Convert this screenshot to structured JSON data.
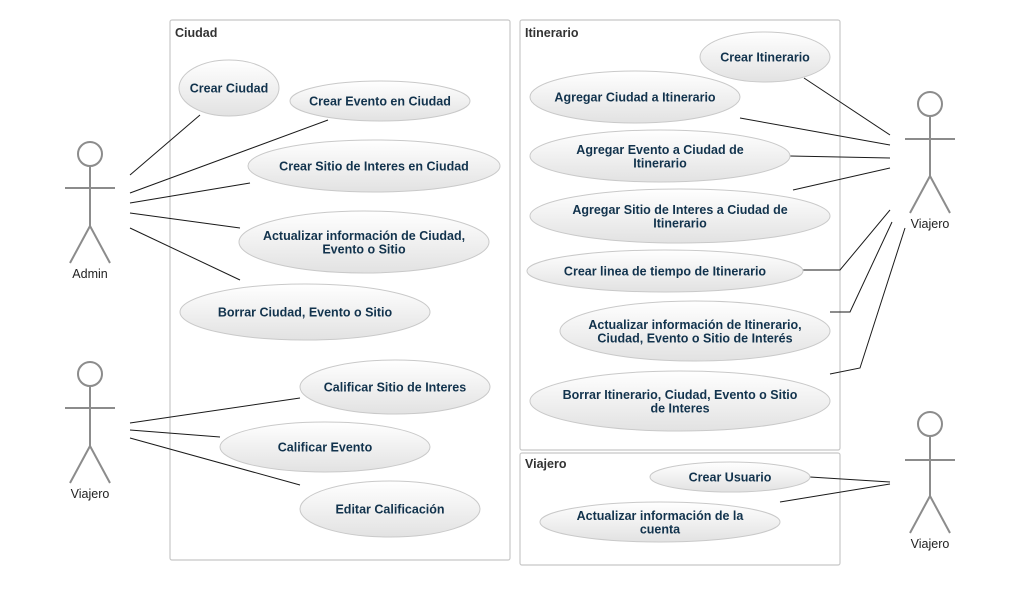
{
  "packages": {
    "ciudad": {
      "title": "Ciudad"
    },
    "itinerario": {
      "title": "Itinerario"
    },
    "viajero": {
      "title": "Viajero"
    }
  },
  "actors": {
    "admin": "Admin",
    "viajero_left": "Viajero",
    "viajero_right_top": "Viajero",
    "viajero_right_bottom": "Viajero"
  },
  "use_cases": {
    "crear_ciudad": [
      "Crear Ciudad"
    ],
    "crear_evento_ciudad": [
      "Crear Evento en Ciudad"
    ],
    "crear_sitio_ciudad": [
      "Crear Sitio de Interes en Ciudad"
    ],
    "actualizar_ciudad": [
      "Actualizar información de Ciudad,",
      "Evento o Sitio"
    ],
    "borrar_ciudad": [
      "Borrar Ciudad, Evento o Sitio"
    ],
    "calificar_sitio": [
      "Calificar Sitio de Interes"
    ],
    "calificar_evento": [
      "Calificar Evento"
    ],
    "editar_calificacion": [
      "Editar Calificación"
    ],
    "crear_itinerario": [
      "Crear Itinerario"
    ],
    "agregar_ciudad_itinerario": [
      "Agregar Ciudad a Itinerario"
    ],
    "agregar_evento_itinerario": [
      "Agregar Evento a Ciudad de",
      "Itinerario"
    ],
    "agregar_sitio_itinerario": [
      "Agregar Sitio de Interes a Ciudad de",
      "Itinerario"
    ],
    "linea_tiempo": [
      "Crear linea de tiempo de Itinerario"
    ],
    "actualizar_itinerario": [
      "Actualizar información de Itinerario,",
      "Ciudad, Evento o Sitio de Interés"
    ],
    "borrar_itinerario": [
      "Borrar Itinerario, Ciudad, Evento o Sitio",
      "de Interes"
    ],
    "crear_usuario": [
      "Crear Usuario"
    ],
    "actualizar_cuenta": [
      "Actualizar información de la",
      "cuenta"
    ]
  },
  "colors": {
    "text": "#12334d",
    "ellipse_top": "#ffffff",
    "ellipse_bottom": "#e2e2e2",
    "border": "#c8c8c8",
    "actor": "#8c8c8c"
  }
}
